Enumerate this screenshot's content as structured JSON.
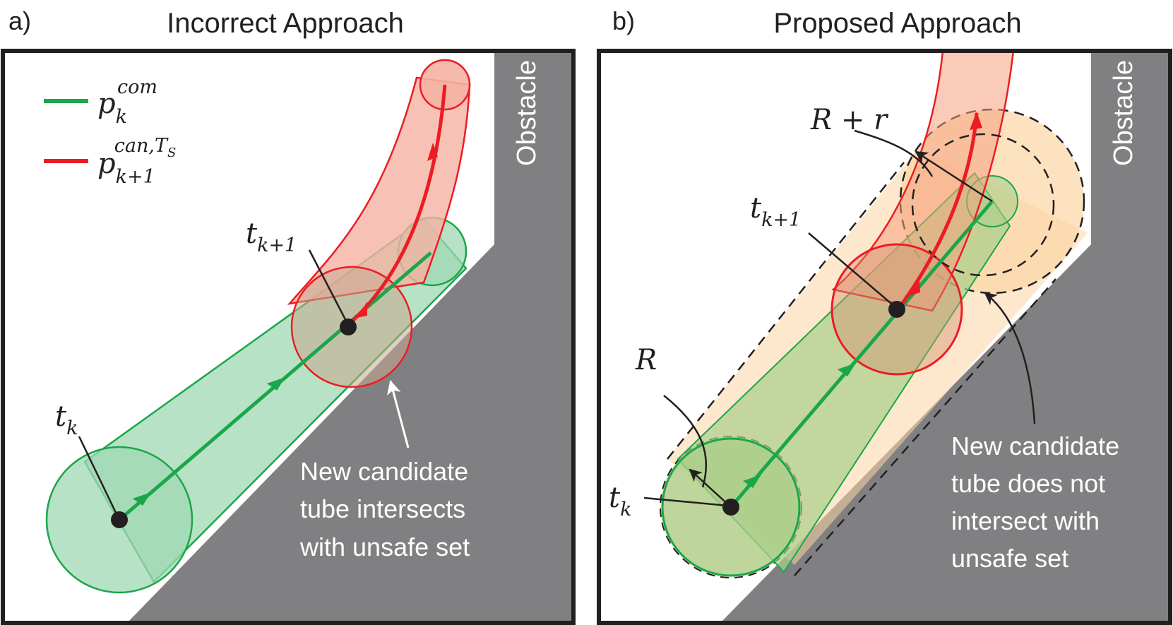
{
  "panels": [
    {
      "letter": "a)",
      "title": "Incorrect Approach",
      "obstacle_label": "Obstacle",
      "caption_lines": [
        "New candidate",
        "tube intersects",
        "with unsafe set"
      ]
    },
    {
      "letter": "b)",
      "title": "Proposed Approach",
      "obstacle_label": "Obstacle",
      "caption_lines": [
        "New candidate",
        "tube does not",
        "intersect with",
        "unsafe set"
      ]
    }
  ],
  "legend": {
    "com": {
      "base": "p",
      "sub": "k",
      "sup": "com"
    },
    "can": {
      "base": "p",
      "sub": "k+1",
      "sup": "can,T",
      "sup_sub": "S"
    }
  },
  "labels": {
    "t_k": {
      "base": "t",
      "sub": "k"
    },
    "t_k1": {
      "base": "t",
      "sub": "k+1"
    },
    "R": "R",
    "R_plus_r": "R + r"
  },
  "colors": {
    "green": "#1aa64a",
    "green_fill": "#9fd8b2",
    "red": "#ec1c24",
    "red_fill": "#f5b3a3",
    "orange_fill": "#fcd5a4",
    "obstacle": "#808083",
    "frame": "#231f20"
  }
}
